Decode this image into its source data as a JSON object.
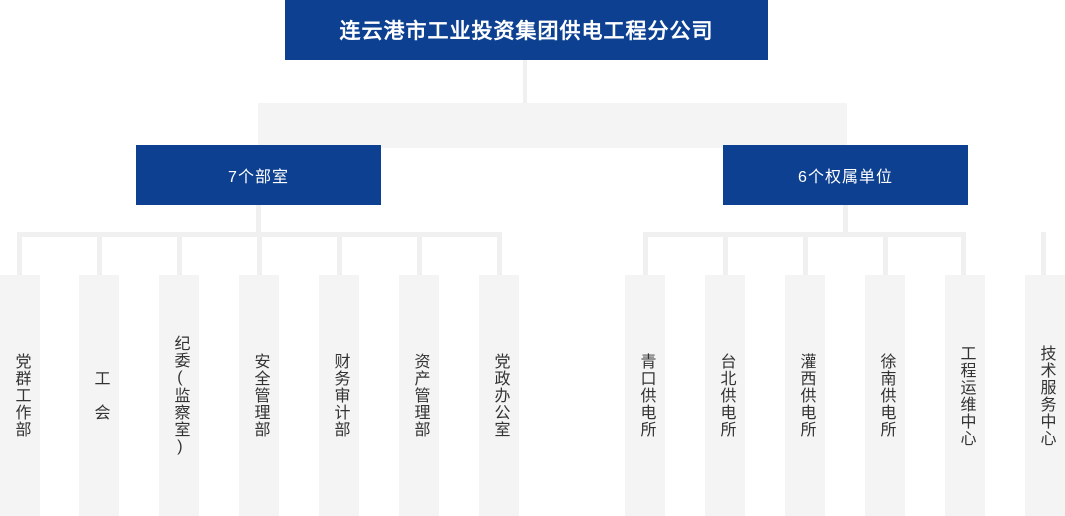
{
  "chart_data": {
    "type": "diagram",
    "diagram_type": "organization-chart",
    "title": "连云港市工业投资集团供电工程分公司",
    "levels": 3,
    "orientation": "top-down",
    "colors": {
      "box_blue": "#0D4091",
      "box_blue_text": "#FFFFFF",
      "leaf_gray": "#F4F4F4",
      "connector_gray": "#F0F0F0",
      "leaf_text": "#333333",
      "background": "#FFFFFF"
    }
  },
  "root": {
    "label": "连云港市工业投资集团供电工程分公司"
  },
  "branches": [
    {
      "label": "7个部室",
      "count": 7,
      "children": [
        {
          "label": "党群工作部"
        },
        {
          "label": "工　会"
        },
        {
          "label": "纪委(监察室)"
        },
        {
          "label": "安全管理部"
        },
        {
          "label": "财务审计部"
        },
        {
          "label": "资产管理部"
        },
        {
          "label": "党政办公室"
        }
      ]
    },
    {
      "label": "6个权属单位",
      "count": 6,
      "children": [
        {
          "label": "青口供电所"
        },
        {
          "label": "台北供电所"
        },
        {
          "label": "灌西供电所"
        },
        {
          "label": "徐南供电所"
        },
        {
          "label": "工程运维中心"
        },
        {
          "label": "技术服务中心"
        }
      ]
    }
  ]
}
